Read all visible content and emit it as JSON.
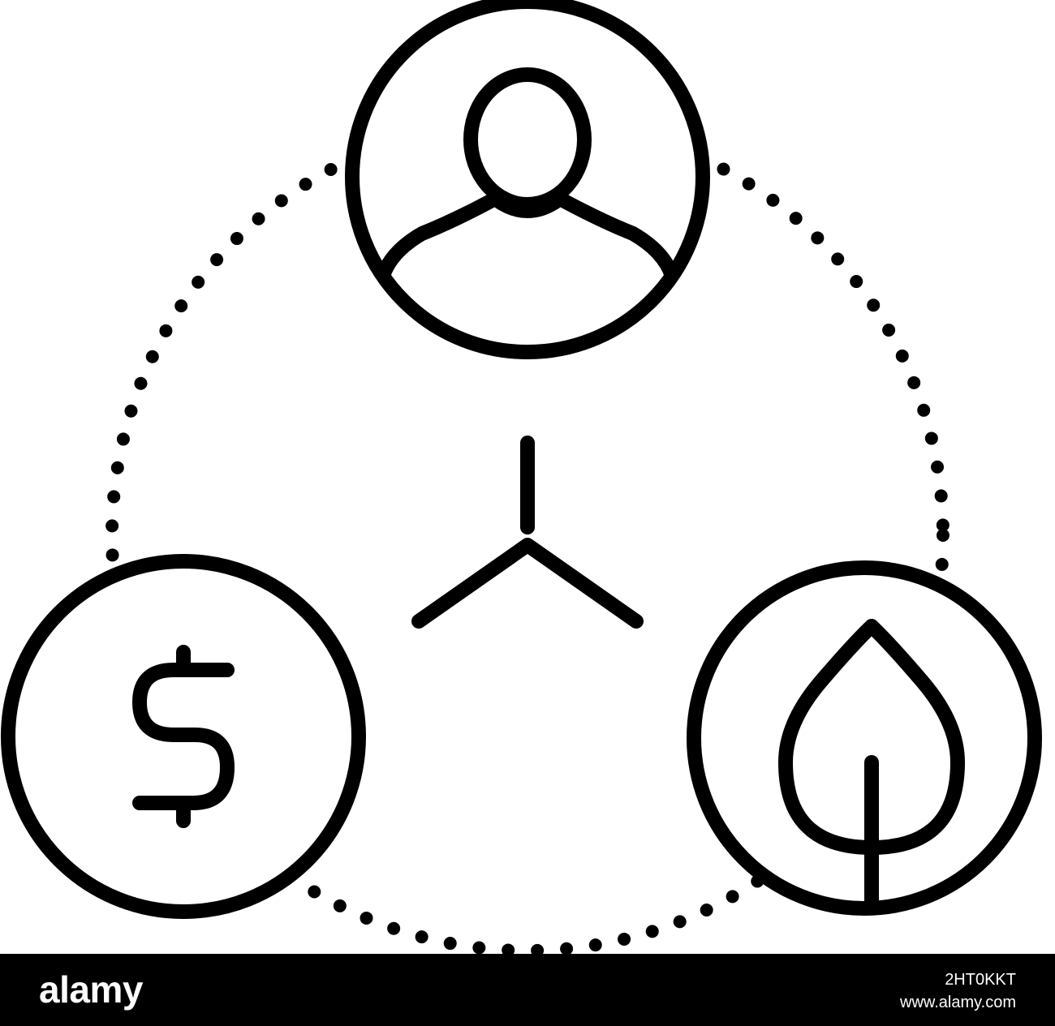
{
  "colors": {
    "stroke": "#000000",
    "background": "#ffffff",
    "footer_background": "#000000",
    "footer_text": "#ffffff"
  },
  "icons": {
    "top": "person-icon",
    "left": "dollar-icon",
    "right": "leaf-icon",
    "center": "tri-connector-icon",
    "ring": "dotted-ring"
  },
  "watermark": {
    "brand": "alamy",
    "image_id": "2HT0KKT",
    "url": "www.alamy.com"
  }
}
